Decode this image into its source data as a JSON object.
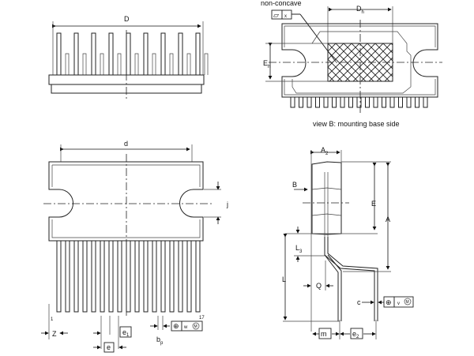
{
  "title": "Package outline drawing",
  "top_left_view": {
    "dim_D": "D"
  },
  "top_right_view": {
    "dim_Dh": "D",
    "dim_Dh_sub": "h",
    "dim_Eh": "E",
    "dim_Eh_sub": "h",
    "note_non_concave": "non-concave",
    "flatness_symbol": "▱",
    "flatness_ref": "x",
    "caption": "view B: mounting base side"
  },
  "bottom_left_view": {
    "dim_d": "d",
    "dim_j": "j",
    "pin_first": "1",
    "pin_last": "17",
    "dim_Z": "Z",
    "dim_e": "e",
    "dim_e1": "e",
    "dim_e1_sub": "1",
    "dim_bp": "b",
    "dim_bp_sub": "p",
    "tolerance_symbol": "⊕",
    "tolerance_value": "w",
    "tolerance_modifier": "M"
  },
  "bottom_right_view": {
    "dim_A2": "A",
    "dim_A2_sub": "2",
    "view_arrow": "B",
    "dim_E": "E",
    "dim_A": "A",
    "dim_L3": "L",
    "dim_L3_sub": "3",
    "dim_L": "L",
    "dim_Q": "Q",
    "dim_c": "c",
    "dim_m": "m",
    "dim_e2": "e",
    "dim_e2_sub": "2",
    "tolerance_symbol": "⊕",
    "tolerance_value": "v",
    "tolerance_modifier": "M"
  }
}
